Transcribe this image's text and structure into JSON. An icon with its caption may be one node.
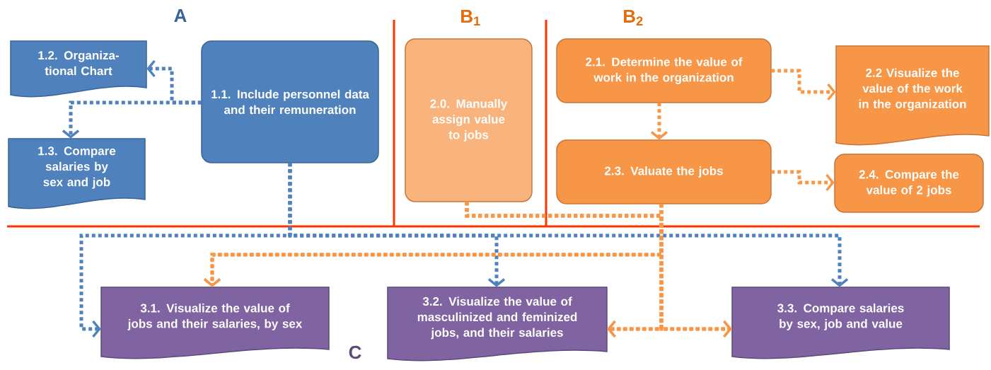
{
  "diagram": {
    "nodes": [
      {
        "text": [
          "1.1. Include personnel data and their remuneration"
        ]
      },
      {
        "text": [
          "1.2. Organiza-tional Chart"
        ]
      },
      {
        "text": [
          "1.3. Compare salaries by sex and job"
        ]
      },
      {
        "text": [
          "2.0. Manually assign value to jobs"
        ]
      },
      {
        "text": [
          "2.1. Determine the value of work in the organization"
        ]
      },
      {
        "text": [
          "2.2 Visualize the value of the work in the organization"
        ]
      },
      {
        "text": [
          "2.3. Valuate the jobs"
        ]
      },
      {
        "text": [
          "2.4. Compare the value of 2 jobs"
        ]
      },
      {
        "text": [
          "3.1. Visualize the value of jobs and their salaries, by sex"
        ]
      },
      {
        "text": [
          "3.2. Visualize the value of masculinized and feminized jobs, and their salaries"
        ]
      },
      {
        "text": [
          "3.3. Compare salaries by sex, job and value"
        ]
      }
    ],
    "edges": [
      {
        "from": 0,
        "to": 1,
        "arrow": "to",
        "color": "#4f81bd"
      },
      {
        "from": 0,
        "to": 2,
        "arrow": "to",
        "color": "#4f81bd"
      },
      {
        "from": 0,
        "to": 8,
        "arrow": "to",
        "color": "#4f81bd"
      },
      {
        "from": 0,
        "to": 9,
        "arrow": "to",
        "color": "#4f81bd"
      },
      {
        "from": 0,
        "to": 10,
        "arrow": "to",
        "color": "#4f81bd"
      },
      {
        "from": 4,
        "to": 5,
        "arrow": "to"
      },
      {
        "from": 4,
        "to": 6,
        "arrow": "to"
      },
      {
        "from": 6,
        "to": 7,
        "arrow": "to"
      },
      {
        "from": 3,
        "to": 8,
        "arrow": "to"
      },
      {
        "from": 3,
        "to": 9,
        "arrow": "to"
      },
      {
        "from": 3,
        "to": 10,
        "arrow": "to"
      },
      {
        "from": 6,
        "to": 8,
        "arrow": "to"
      },
      {
        "from": 6,
        "to": 9,
        "arrow": "to"
      },
      {
        "from": 6,
        "to": 10,
        "arrow": "to"
      }
    ],
    "labels": [
      "A",
      "B$_{1}$",
      "B$_{2}$",
      "C"
    ]
  }
}
